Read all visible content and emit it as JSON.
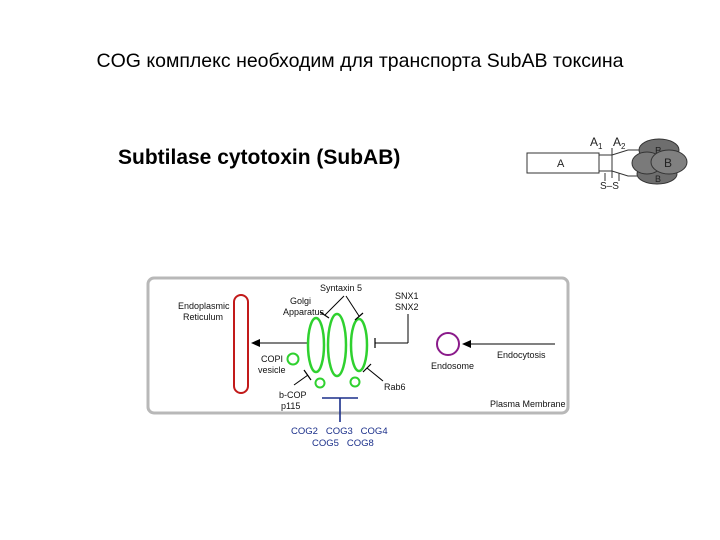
{
  "slide": {
    "title": "COG комплекс необходим для транспорта SubAB токсина",
    "subtitle": "Subtilase cytotoxin (SubAB)"
  },
  "molecule": {
    "label_a": "A",
    "label_a1": "A",
    "label_a1_sub": "1",
    "label_a2": "A",
    "label_a2_sub": "2",
    "label_b_back": "B",
    "label_b_front": "B",
    "label_b_bottom": "B",
    "disulfide": "S–S"
  },
  "diagram": {
    "er_line1": "Endoplasmic",
    "er_line2": "Reticulum",
    "golgi_line1": "Golgi",
    "golgi_line2": "Apparatus",
    "syntaxin": "Syntaxin 5",
    "snx1": "SNX1",
    "snx2": "SNX2",
    "copi_line1": "COPI",
    "copi_line2": "vesicle",
    "bcop_line1": "b-COP",
    "bcop_line2": "p115",
    "endosome": "Endosome",
    "endocytosis": "Endocytosis",
    "rab6": "Rab6",
    "plasma_membrane": "Plasma Membrane",
    "cog_row1": "COG2   COG3   COG4",
    "cog_row2": "COG5   COG8"
  },
  "colors": {
    "golgi_green": "#2fd12f",
    "er_red": "#c21a1a",
    "endosome_purple": "#8a1a8a",
    "cog_blue": "#1a2f8a",
    "frame_gray": "#b8b8b8"
  }
}
